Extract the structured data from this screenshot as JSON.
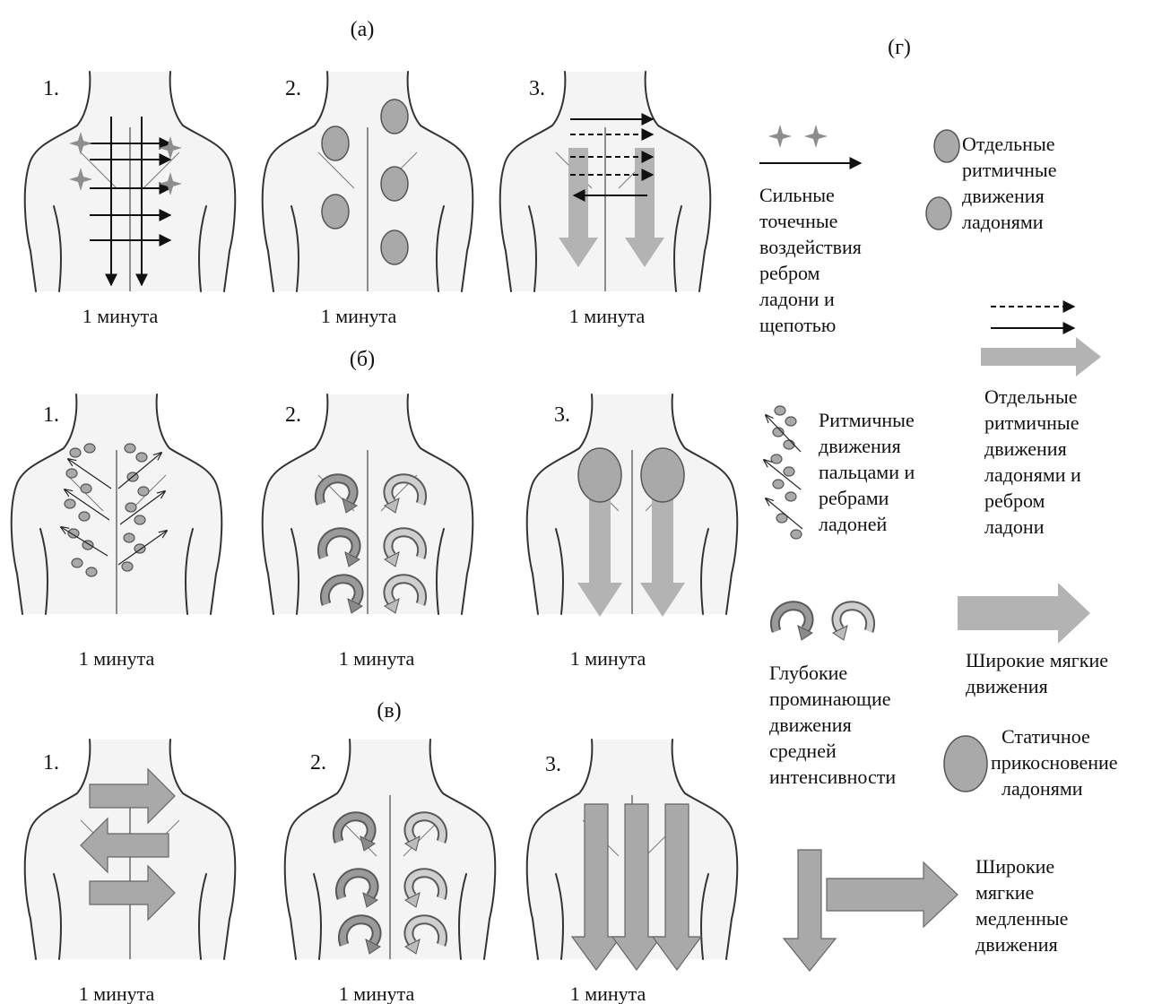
{
  "sections": {
    "a": "(а)",
    "b": "(б)",
    "c": "(в)",
    "d": "(г)"
  },
  "step_labels": {
    "one": "1.",
    "two": "2.",
    "three": "3."
  },
  "duration": "1 минута",
  "legend": {
    "strong_point_lines": [
      "Сильные",
      "точечные",
      "воздействия",
      "ребром",
      "ладони и",
      "щепотью"
    ],
    "separate_palms_lines": [
      "Отдельные",
      "ритмичные",
      "движения",
      "ладонями"
    ],
    "separate_palms_edge_lines": [
      "Отдельные",
      "ритмичные",
      "движения",
      "ладонями и",
      "ребром",
      "ладони"
    ],
    "rhythmic_fingers_lines": [
      "Ритмичные",
      "движения",
      "пальцами и",
      "ребрами",
      "ладоней"
    ],
    "deep_kneading_lines": [
      "Глубокие",
      "проминающие",
      "движения",
      "средней",
      "интенсивности"
    ],
    "broad_soft_lines": [
      "Широкие мягкие",
      "движения"
    ],
    "static_touch_lines": [
      "Статичное",
      "прикосновение",
      "ладонями"
    ],
    "broad_slow_lines": [
      "Широкие",
      "мягкие",
      "медленные",
      "движения"
    ]
  },
  "colors": {
    "ink": "#111111",
    "gray_mark": "#a9a9a9",
    "body_fill": "#f4f4f4"
  }
}
